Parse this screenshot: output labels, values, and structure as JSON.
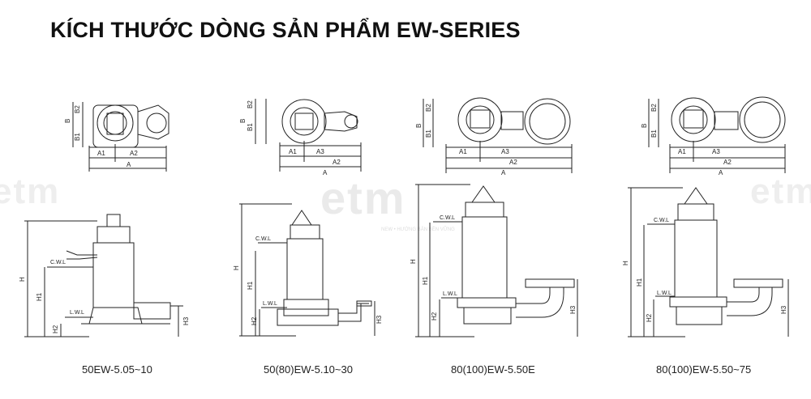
{
  "title": "KÍCH THƯỚC DÒNG SẢN PHẨM EW-SERIES",
  "watermark": {
    "brand": "etm",
    "tagline": "NEW • HƯỚNG BẢN BỀN VỮNG"
  },
  "dimension_labels": {
    "A": "A",
    "A1": "A1",
    "A2": "A2",
    "A3": "A3",
    "B": "B",
    "B1": "B1",
    "B2": "B2",
    "H": "H",
    "H1": "H1",
    "H2": "H2",
    "H3": "H3",
    "cwl": "C.W.L",
    "lwl": "L.W.L"
  },
  "models": [
    {
      "name": "50EW-5.05~10"
    },
    {
      "name": "50(80)EW-5.10~30"
    },
    {
      "name": "80(100)EW-5.50E"
    },
    {
      "name": "80(100)EW-5.50~75"
    }
  ],
  "colors": {
    "line": "#222222",
    "watermark": "#e8e8e8"
  }
}
